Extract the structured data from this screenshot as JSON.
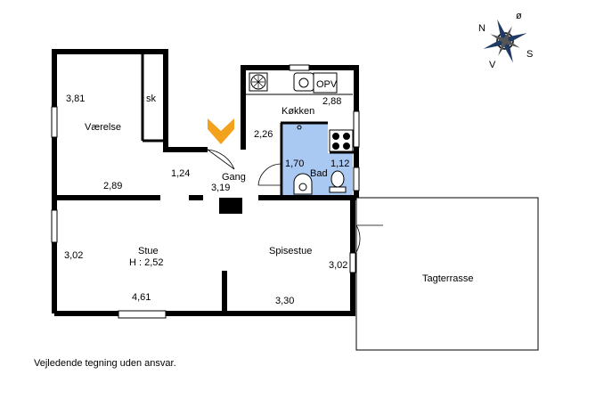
{
  "rooms": {
    "vaerelse": "Værelse",
    "sk": "sk",
    "gang": "Gang",
    "koekken": "Køkken",
    "opv": "OPV",
    "bad": "Bad",
    "stue": "Stue",
    "stue_height": "H : 2,52",
    "spisestue": "Spisestue",
    "tagterrasse": "Tagterrasse"
  },
  "dimensions": {
    "vaerelse_h": "3,81",
    "vaerelse_w": "2,89",
    "gang_a": "1,24",
    "gang_b": "3,19",
    "koekken_side": "2,26",
    "koekken_w": "2,88",
    "bad_a": "1,70",
    "bad_b": "1,12",
    "stue_h": "3,02",
    "stue_w": "4,61",
    "spisestue_h": "3,02",
    "spisestue_w": "3,30"
  },
  "compass": {
    "n": "N",
    "s": "S",
    "v": "V",
    "o": "ø"
  },
  "footer_note": "Vejledende tegning uden ansvar.",
  "colors": {
    "bathroom": "#a9c8f2",
    "entrance_marker": "#f2a31b",
    "wall": "#000000"
  }
}
